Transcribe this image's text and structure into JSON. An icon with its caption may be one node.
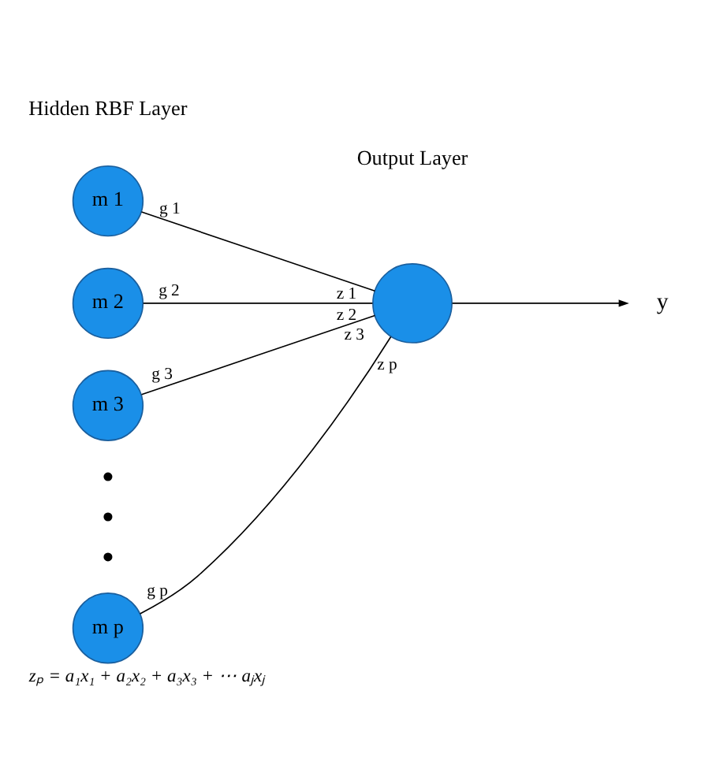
{
  "diagram": {
    "caption": "zₚ = a₁x₁ + a₂x₂ + a₃x₃ + ⋯ aⱼxⱼ",
    "nodes": [
      {
        "text": [
          "m 1"
        ]
      },
      {
        "text": [
          "m 2"
        ]
      },
      {
        "text": [
          "m 3"
        ]
      },
      {
        "text": [
          "m p"
        ]
      },
      {
        "text": [],
        "shape": "circle"
      },
      {
        "text": [
          "y"
        ]
      }
    ],
    "edges": [
      {
        "from": 0,
        "to": 4,
        "arrow": "none",
        "label": "g 1"
      },
      {
        "from": 1,
        "to": 4,
        "arrow": "none",
        "label": "g 2"
      },
      {
        "from": 2,
        "to": 4,
        "arrow": "none",
        "label": "g 3"
      },
      {
        "from": 3,
        "to": 4,
        "arrow": "none",
        "label": "g p"
      },
      {
        "from": 4,
        "to": 5,
        "arrow": "to"
      }
    ],
    "labels": [
      "Hidden RBF Layer",
      "Output Layer",
      "z 1",
      "z 2",
      "z 3",
      "z p"
    ]
  }
}
